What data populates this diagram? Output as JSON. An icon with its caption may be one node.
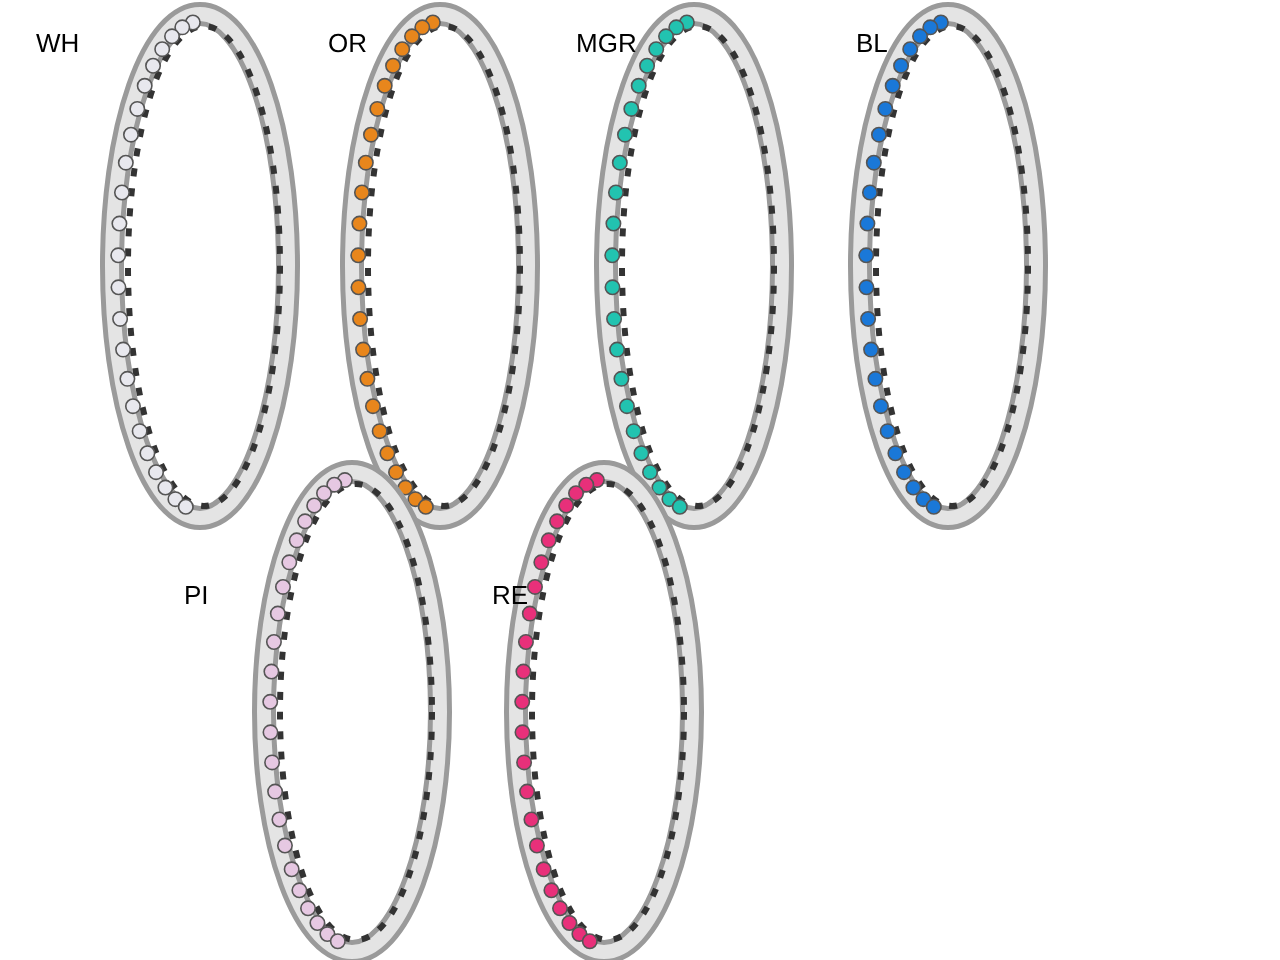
{
  "diagram": {
    "labels": [
      "WH",
      "OR",
      "MGR",
      "BL",
      "PI",
      "RE"
    ]
  }
}
